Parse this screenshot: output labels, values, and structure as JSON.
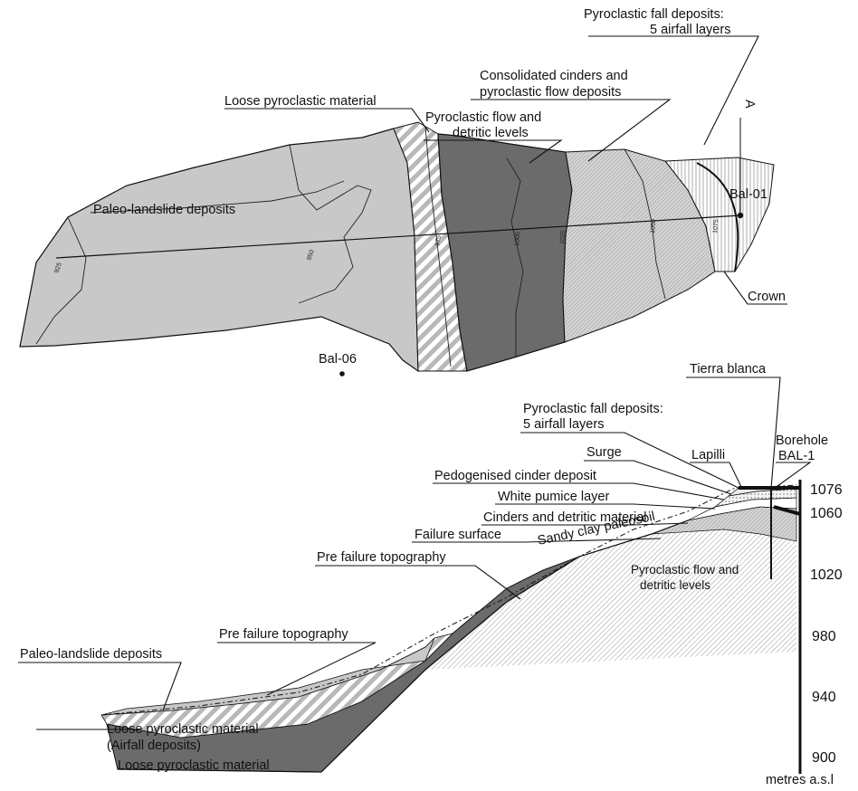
{
  "map": {
    "labels": {
      "fall_deposits_1": "Pyroclastic fall deposits:",
      "fall_deposits_2": "5 airfall layers",
      "consolidated_1": "Consolidated cinders and",
      "consolidated_2": "pyroclastic flow deposits",
      "loose": "Loose pyroclastic material",
      "flow_1": "Pyroclastic flow and",
      "flow_2": "detritic levels",
      "paleo": "Paleo-landslide deposits",
      "section_marker": "A",
      "bal01": "Bal-01",
      "bal06": "Bal-06",
      "crown": "Crown"
    },
    "contours": [
      "925",
      "950",
      "975",
      "1000",
      "1025",
      "1050",
      "1075"
    ]
  },
  "section": {
    "labels": {
      "tierra_blanca": "Tierra blanca",
      "fall_deposits_1": "Pyroclastic fall deposits:",
      "fall_deposits_2": "5 airfall layers",
      "lapilli": "Lapilli",
      "borehole_1": "Borehole",
      "borehole_2": "BAL-1",
      "surge": "Surge",
      "pedogenised": "Pedogenised cinder deposit",
      "white_pumice": "White pumice layer",
      "cinders_detritic": "Cinders and detritic material",
      "failure_surface": "Failure surface",
      "sandy_clay": "Sandy clay paleosoil",
      "pre_failure_1": "Pre failure topography",
      "pyro_flow_1": "Pyroclastic flow and",
      "pyro_flow_2": "detritic levels",
      "pre_failure_2": "Pre failure topography",
      "paleo": "Paleo-landslide deposits",
      "loose_airfall_1": "Loose pyroclastic material",
      "loose_airfall_2": "(Airfall deposits)",
      "loose_bottom": "Loose pyroclastic material"
    },
    "axis": {
      "ticks": [
        "1076",
        "1060",
        "1020",
        "980",
        "940",
        "900"
      ],
      "unit": "metres a.s.l"
    }
  }
}
